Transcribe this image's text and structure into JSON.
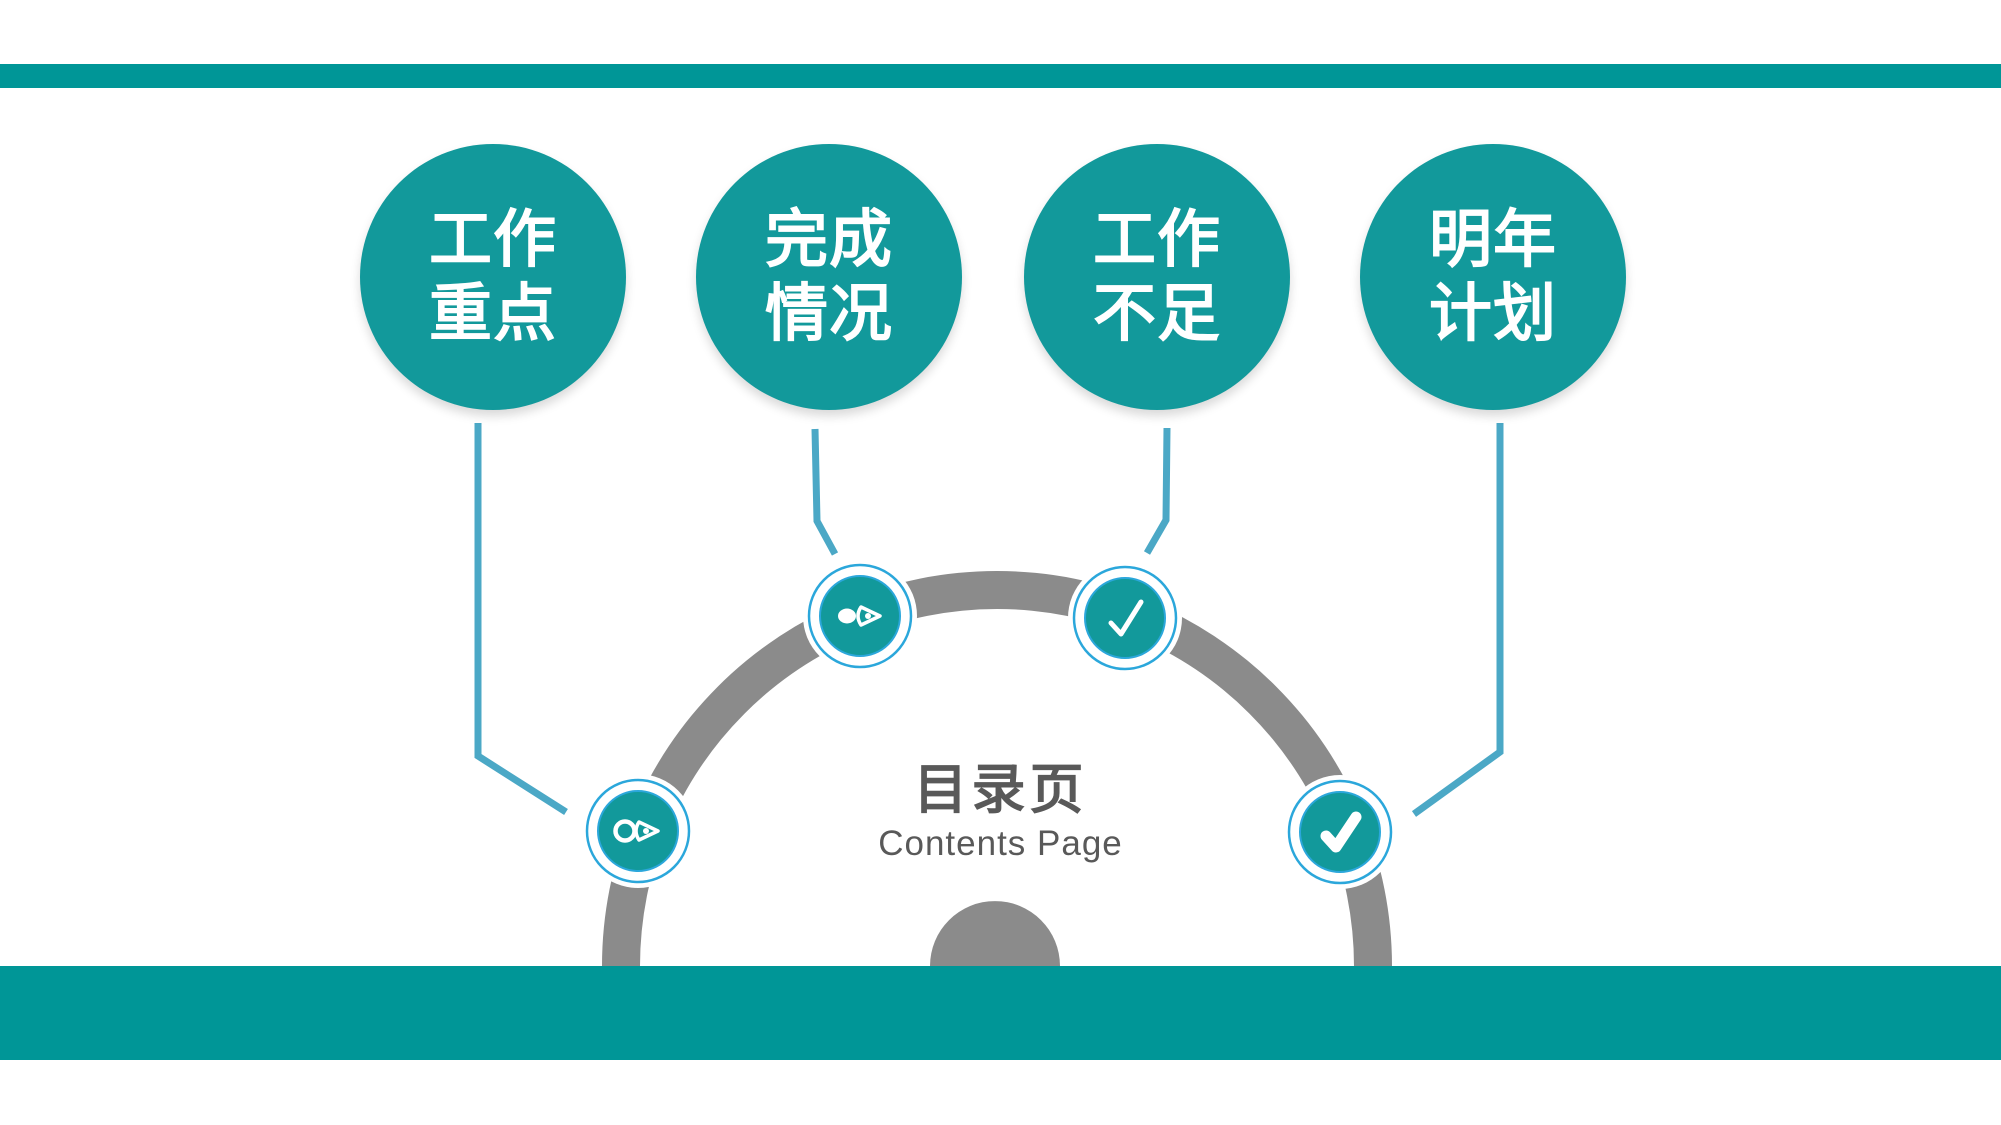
{
  "slide": {
    "title": "目录页",
    "subtitle": "Contents Page"
  },
  "items": [
    {
      "line1": "工作",
      "line2": "重点",
      "icon": "pen-outline-icon"
    },
    {
      "line1": "完成",
      "line2": "情况",
      "icon": "pen-filled-icon"
    },
    {
      "line1": "工作",
      "line2": "不足",
      "icon": "check-thin-icon"
    },
    {
      "line1": "明年",
      "line2": "计划",
      "icon": "check-bold-icon"
    }
  ],
  "colors": {
    "teal_bar": "#009697",
    "circle_teal": "#12999b",
    "arc_gray": "#8b8b8b",
    "connector_blue": "#4ba8c6",
    "ring_cyan": "#2ba7db",
    "text_gray": "#595959",
    "icon_white": "#ffffff"
  }
}
